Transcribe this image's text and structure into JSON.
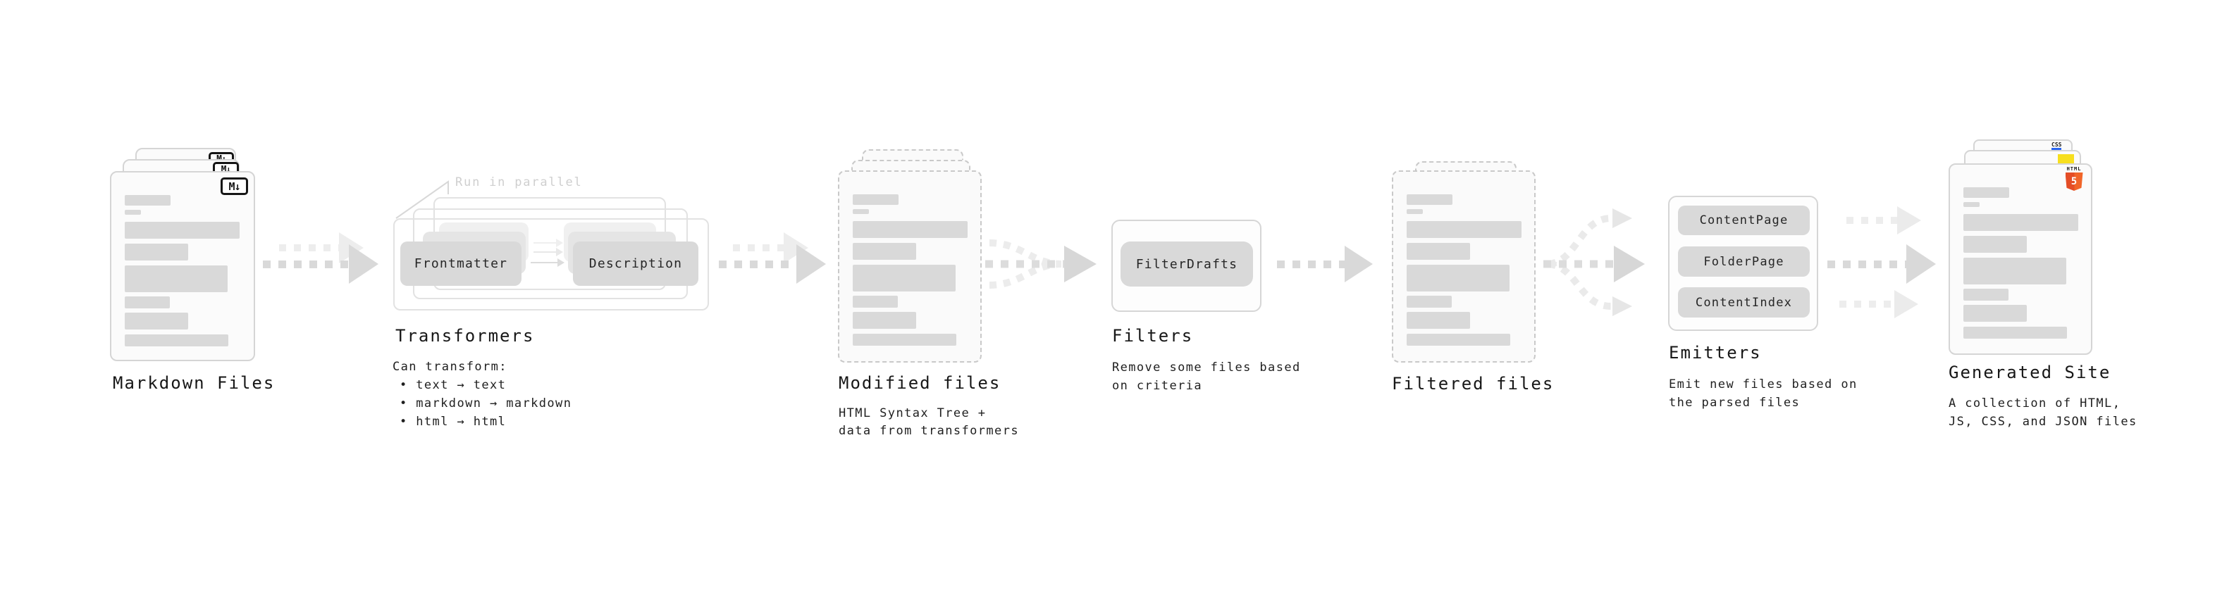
{
  "colors": {
    "background": "#ffffff",
    "card_bg": "#fbfbfb",
    "card_border": "#d5d5d5",
    "dashed_border": "#c9c9c9",
    "skeleton_bar": "#d9d9d9",
    "pill_bg": "#d9d9d9",
    "arrow_dark": "#d9d9d9",
    "arrow_light": "#ededed",
    "text_primary": "#1a1a1a",
    "text_muted": "#cfcfcf",
    "css_accent": "#2965f1",
    "js_accent": "#f7df1e",
    "html5_accent": "#e44d26"
  },
  "sections": {
    "markdown_files": {
      "label": "Markdown Files",
      "logo_text": "M↓"
    },
    "transformers": {
      "label": "Transformers",
      "annotation": "Run in parallel",
      "buttons": [
        "Frontmatter",
        "Description"
      ],
      "desc_title": "Can transform:",
      "bullets": [
        "• text → text",
        "• markdown → markdown",
        "• html → html"
      ]
    },
    "modified_files": {
      "label": "Modified files",
      "desc": [
        "HTML Syntax Tree +",
        "data from transformers"
      ]
    },
    "filters": {
      "label": "Filters",
      "buttons": [
        "FilterDrafts"
      ],
      "desc": [
        "Remove some files based",
        "on criteria"
      ]
    },
    "filtered_files": {
      "label": "Filtered files"
    },
    "emitters": {
      "label": "Emitters",
      "buttons": [
        "ContentPage",
        "FolderPage",
        "ContentIndex"
      ],
      "desc": [
        "Emit new files based on",
        "the parsed files"
      ]
    },
    "generated_site": {
      "label": "Generated Site",
      "desc": [
        "A collection of HTML,",
        "JS, CSS, and JSON files"
      ],
      "badges": {
        "css": "CSS",
        "html_label": "HTML",
        "html_digit": "5"
      }
    }
  }
}
